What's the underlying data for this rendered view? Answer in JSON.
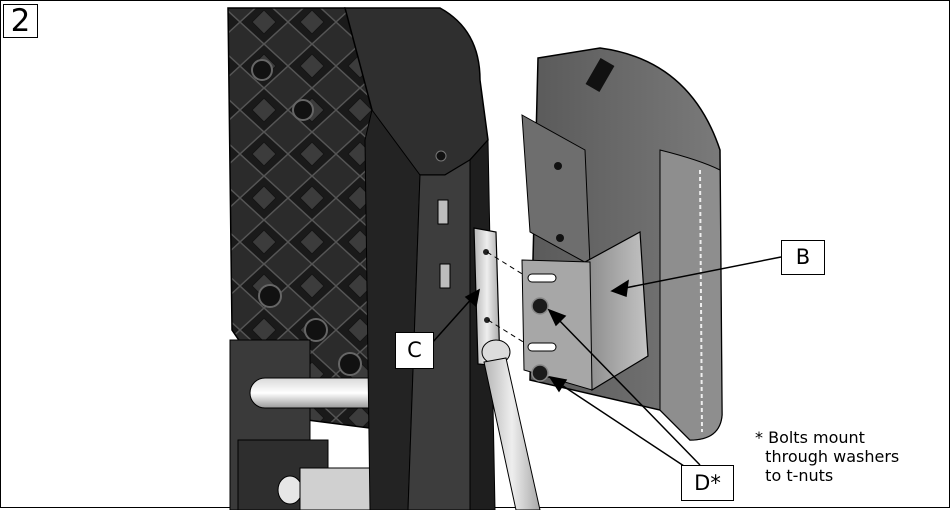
{
  "step_number": "2",
  "callouts": {
    "b": "B",
    "c": "C",
    "d": "D*"
  },
  "note": {
    "line1": "* Bolts mount",
    "line2": "  through washers",
    "line3": "  to t-nuts"
  }
}
